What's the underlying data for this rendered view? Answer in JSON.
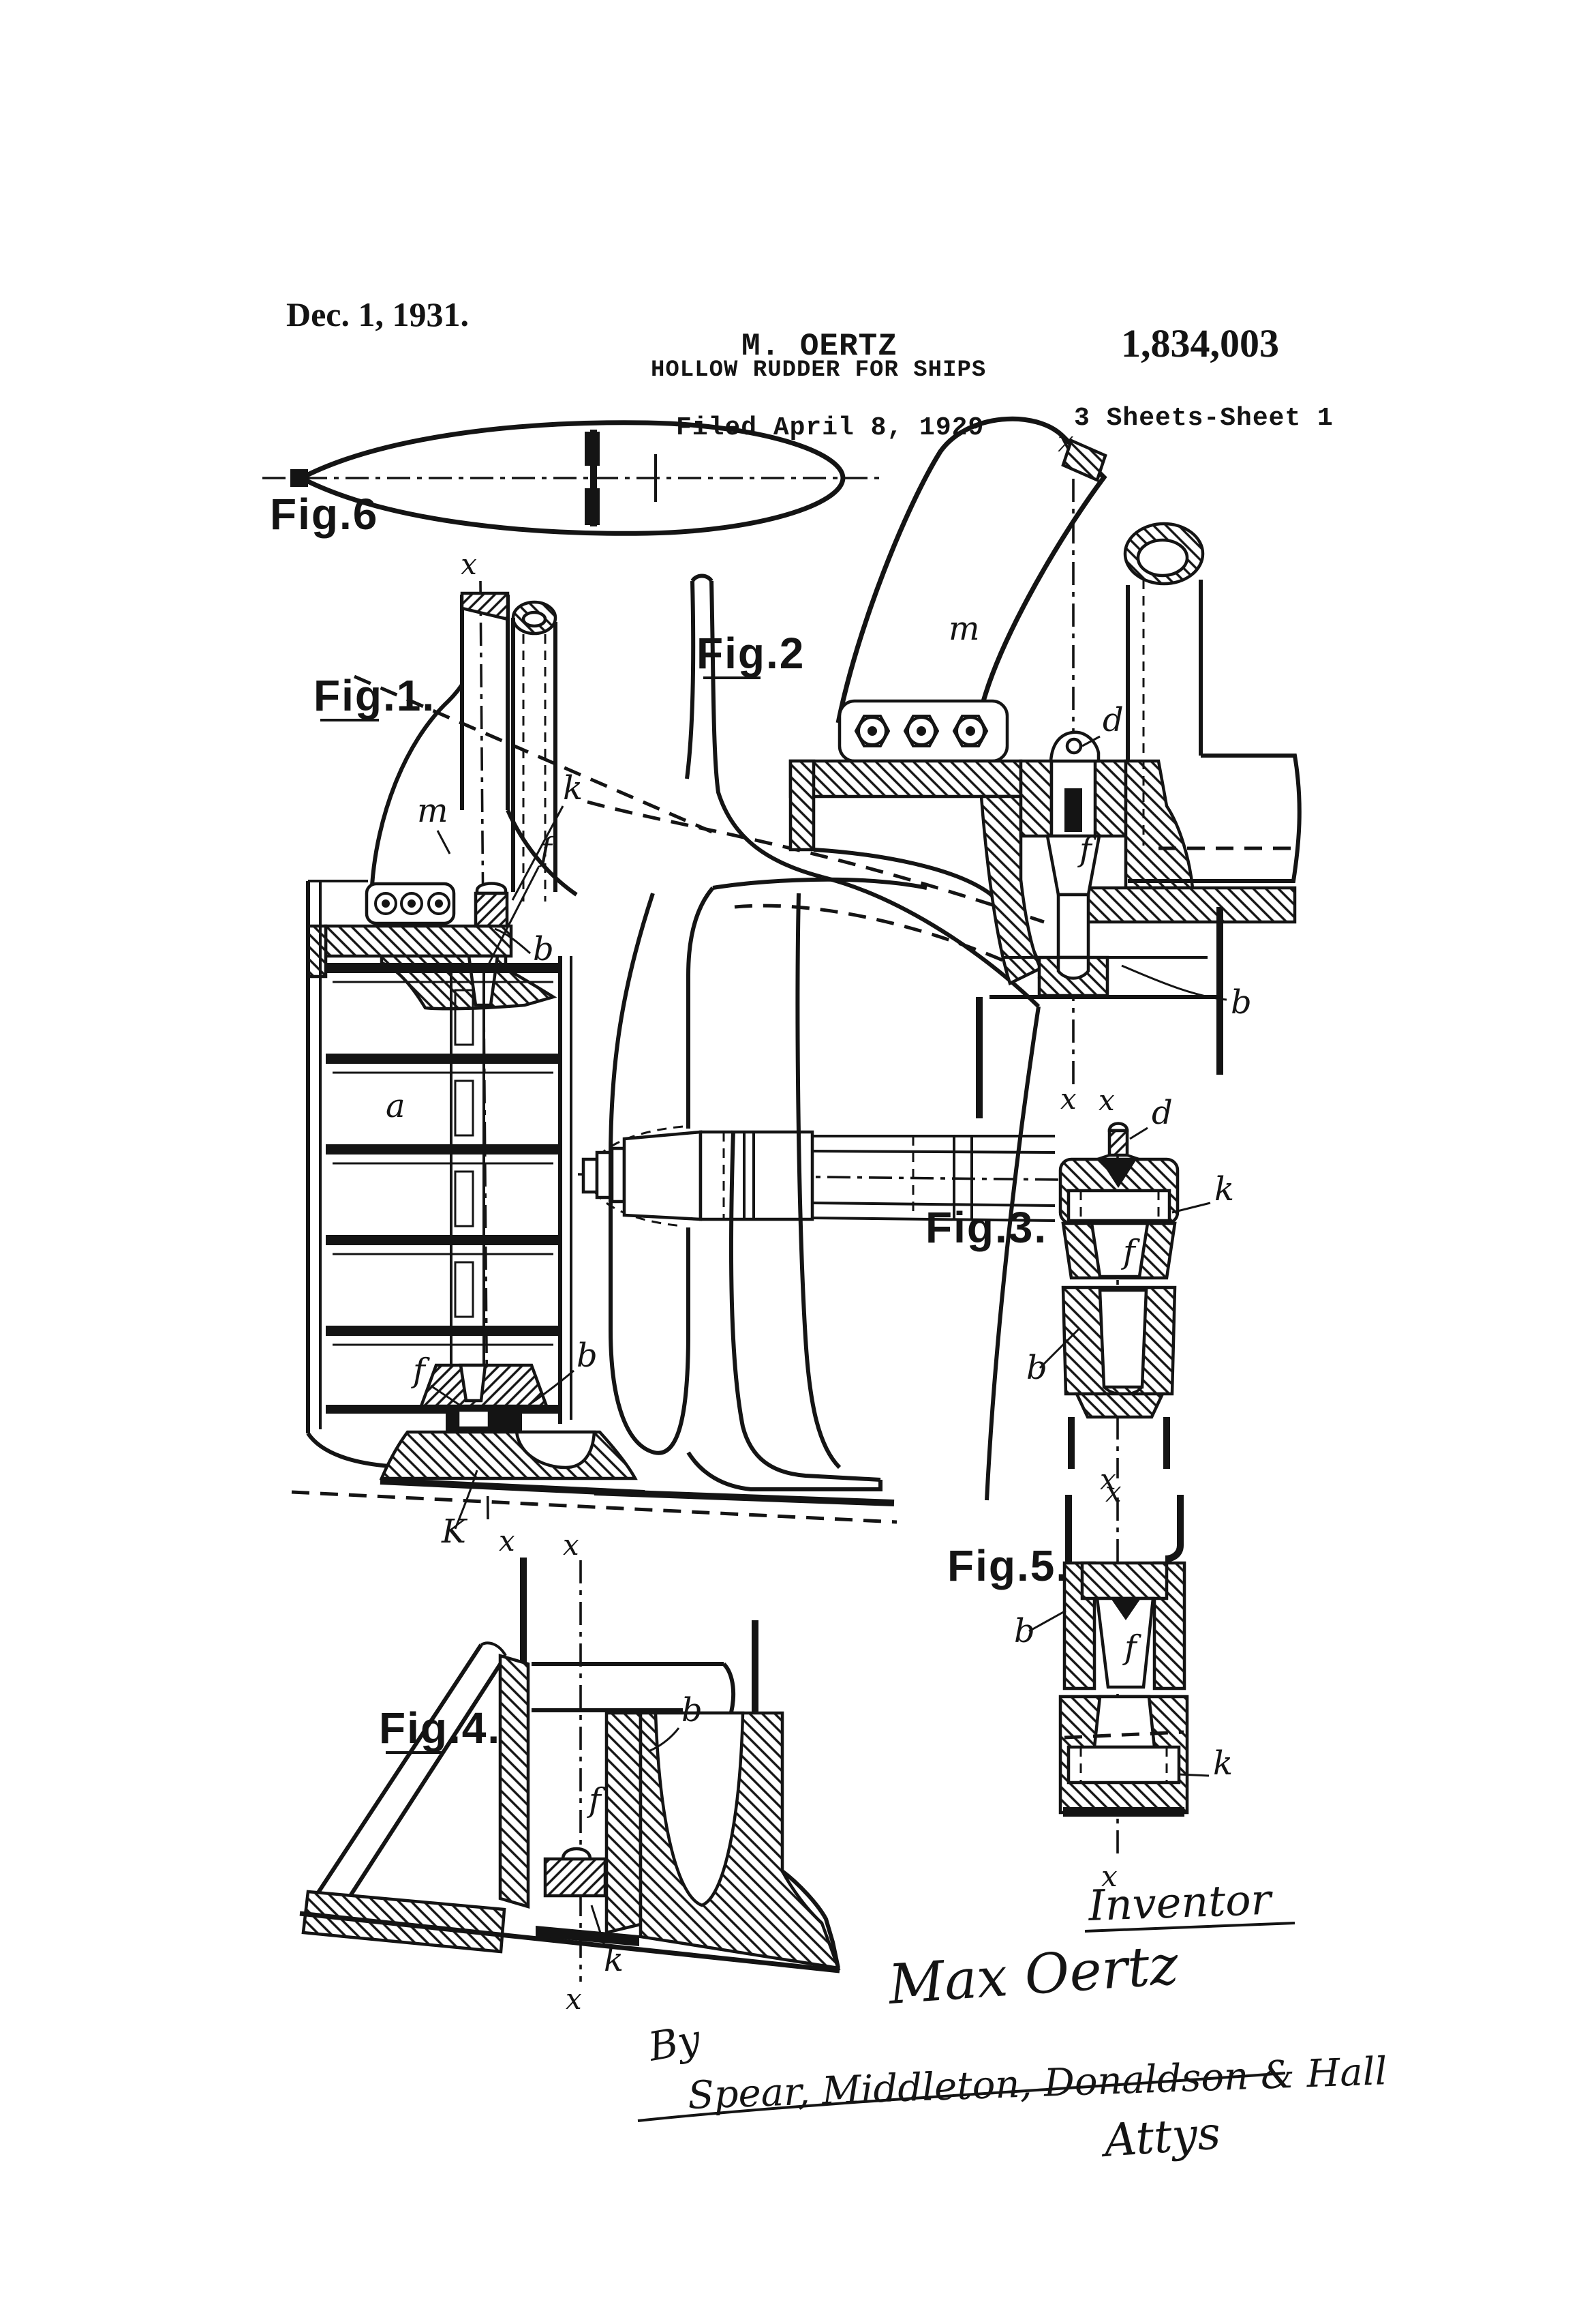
{
  "page": {
    "background": "#ffffff",
    "ink": "#141414"
  },
  "header": {
    "date": "Dec. 1, 1931.",
    "author": "M. OERTZ",
    "patent_number": "1,834,003",
    "title": "HOLLOW RUDDER FOR SHIPS",
    "filed": "Filed April 8, 1929",
    "sheet_info": "3 Sheets-Sheet 1"
  },
  "figures": {
    "fig1": {
      "label": "Fig.1."
    },
    "fig2": {
      "label": "Fig.2"
    },
    "fig3": {
      "label": "Fig.3."
    },
    "fig4": {
      "label": "Fig.4."
    },
    "fig5": {
      "label": "Fig.5."
    },
    "fig6": {
      "label": "Fig.6"
    }
  },
  "refs": {
    "a": "a",
    "b": "b",
    "d": "d",
    "f": "f",
    "k": "k",
    "K": "K",
    "m": "m",
    "x": "x"
  },
  "signature": {
    "inventor_label": "Inventor",
    "inventor_name": "Max Oertz",
    "by_label": "By",
    "attorneys": "Spear, Middleton, Donaldson & Hall",
    "attys_label": "Attys"
  }
}
